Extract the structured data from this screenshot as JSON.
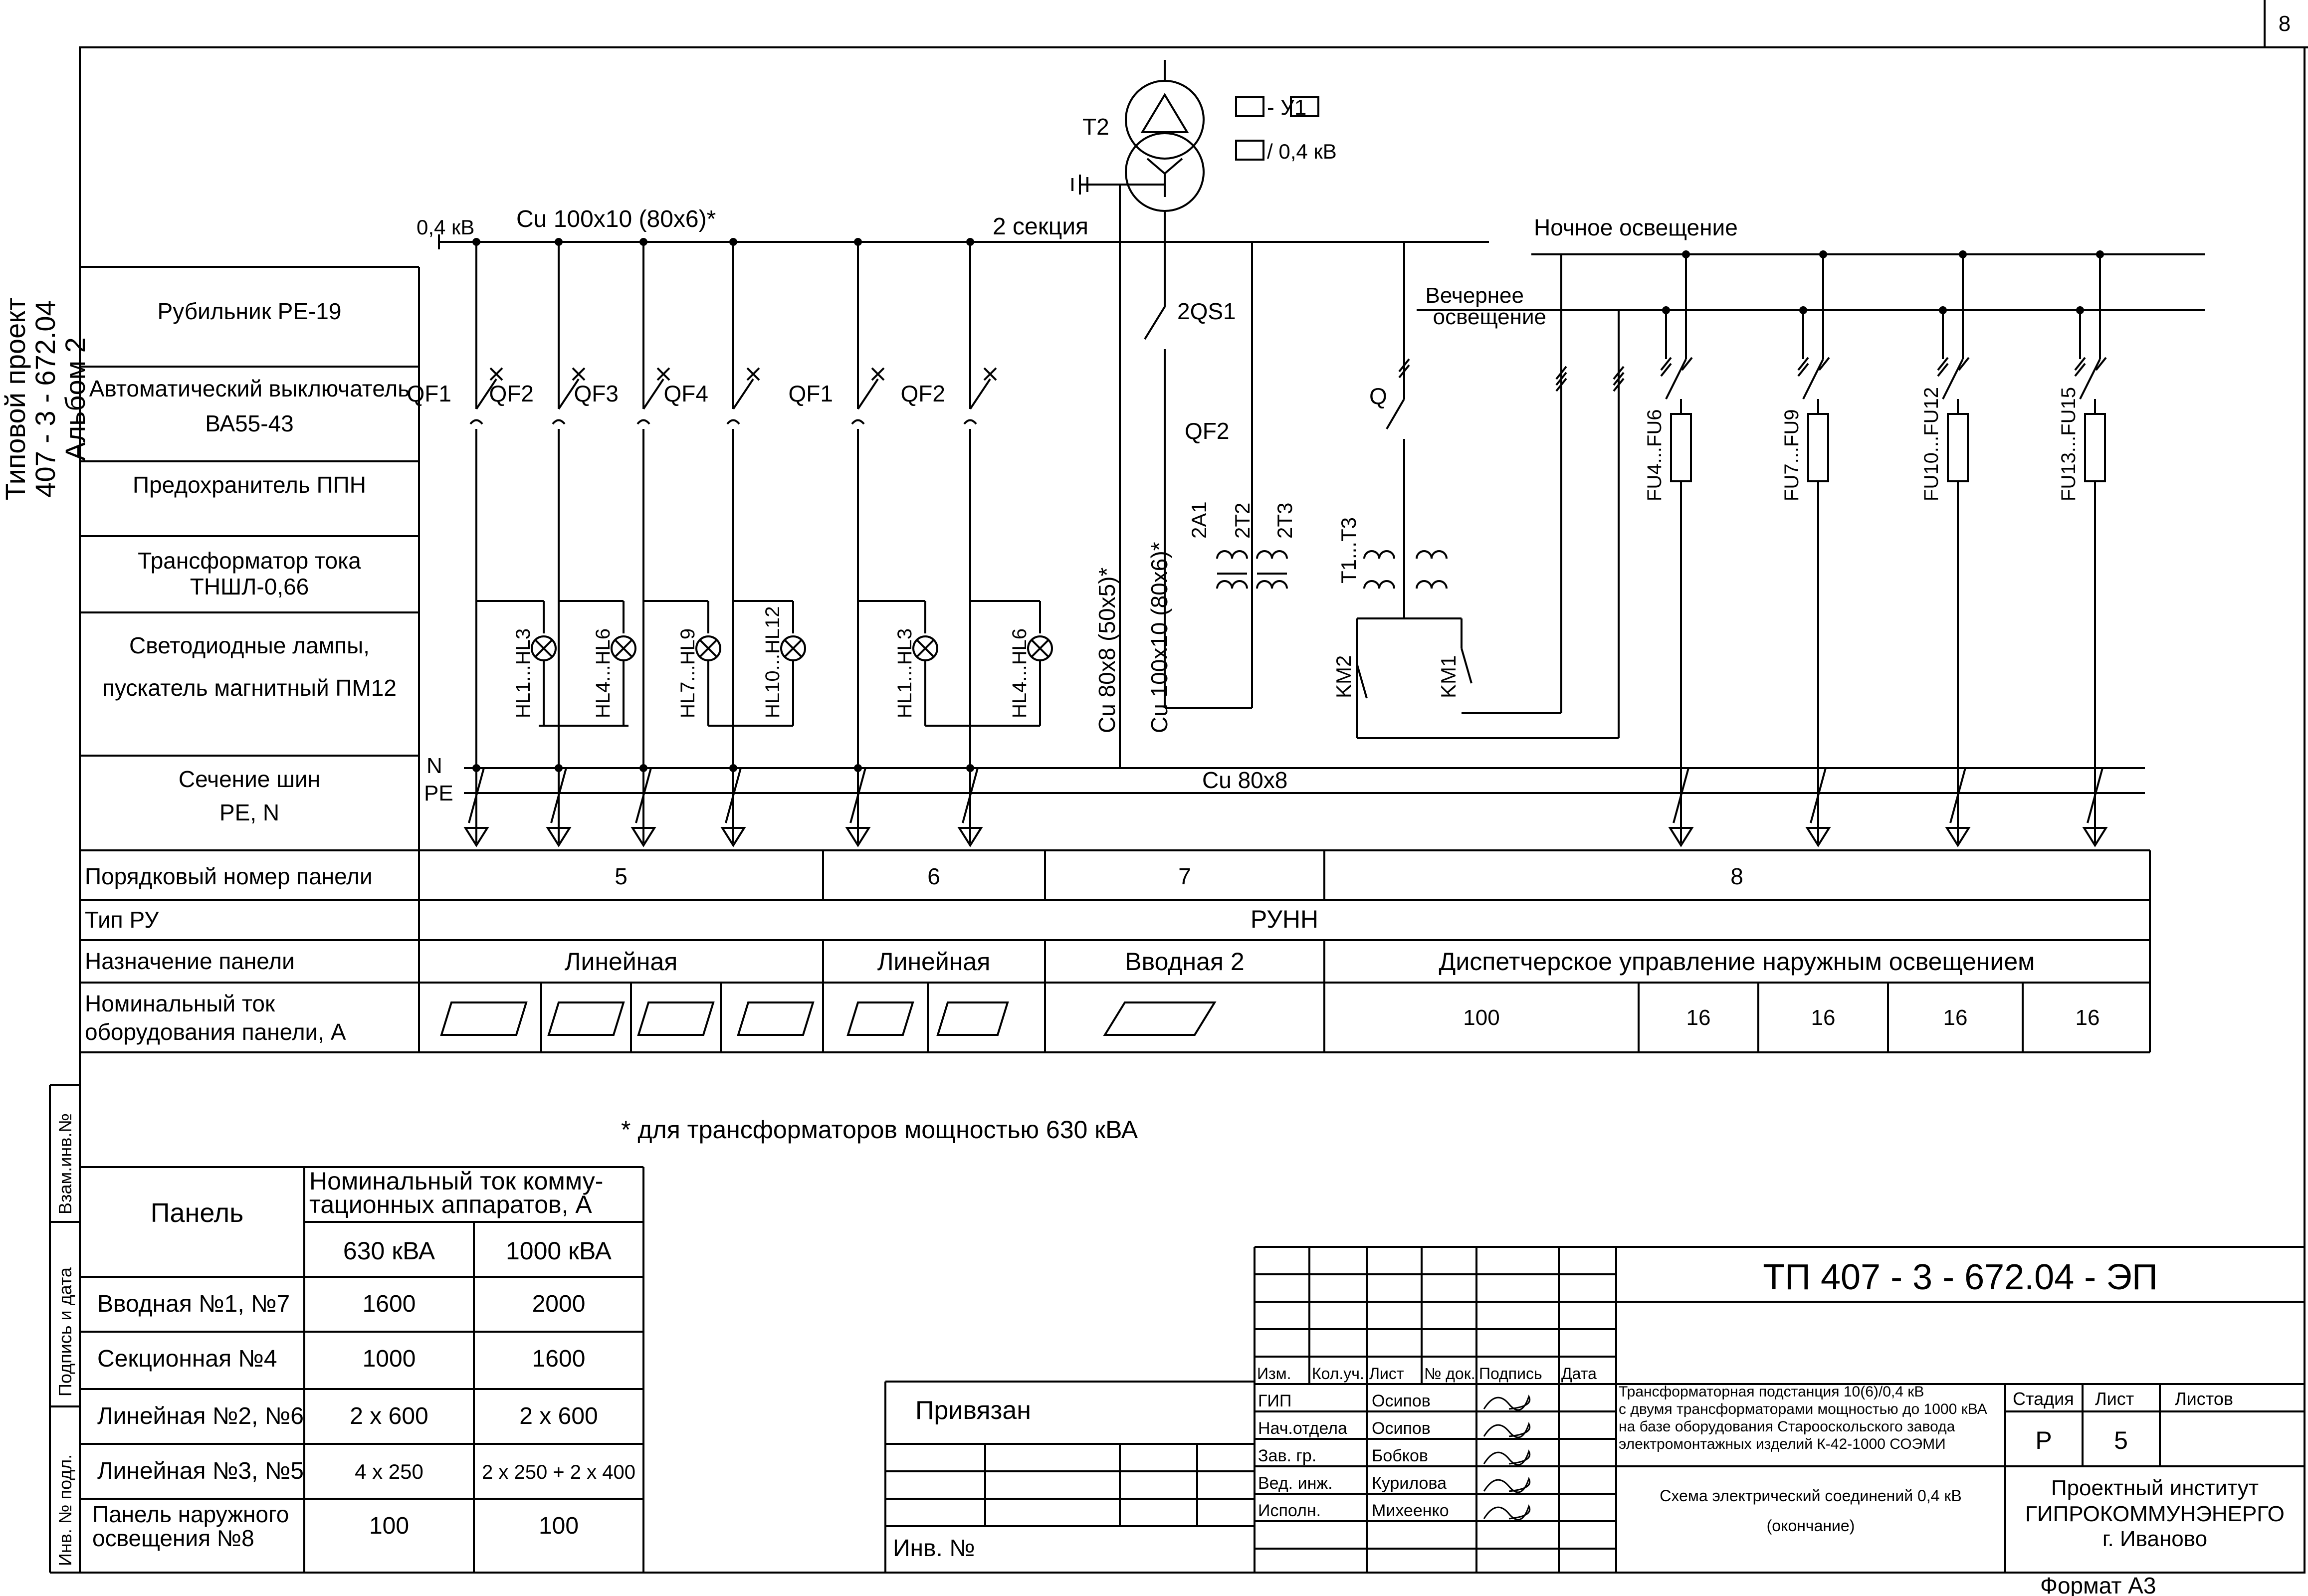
{
  "page": {
    "sheet_corner_number": "8",
    "side_project_label": [
      "Типовой проект",
      "407 - 3 - 672.04",
      "Альбом  2"
    ],
    "format_label": "Формат А3"
  },
  "diagram": {
    "voltage_label": "0,4 кВ",
    "busbar_label": "Cu 100x10  (80x6)*",
    "section_label": "2 секция",
    "transformer_label": "Т2",
    "transformer_rating": "-  У1",
    "transformer_voltage": "/ 0,4 кВ",
    "night_lighting": "Ночное освещение",
    "evening_lighting": [
      "Вечернее",
      "освещение"
    ],
    "switch_2qs1": "2QS1",
    "breaker_qf2_incomer": "QF2",
    "switch_q": "Q",
    "cable_cu80x8": "Cu 80x8     (50x5)*",
    "cable_cu100x10": "Cu 100x10 (80x6)*",
    "ct_labels": [
      "2A1",
      "2T2",
      "2T3",
      "T1...T3"
    ],
    "contactor_labels": [
      "KM2",
      "KM1"
    ],
    "n_label": "N",
    "pe_label": "PE",
    "pe_bus_label": "Cu 80x8",
    "breakers": [
      "QF1",
      "QF2",
      "QF3",
      "QF4",
      "QF1",
      "QF2"
    ],
    "lamps": [
      "HL1...HL3",
      "HL4...HL6",
      "HL7...HL9",
      "HL10...HL12",
      "HL1...HL3",
      "HL4...HL6"
    ],
    "fuses": [
      "FU4...FU6",
      "FU7...FU9",
      "FU10...FU12",
      "FU13...FU15"
    ]
  },
  "left_legend": [
    [
      "Рубильник РЕ-19"
    ],
    [
      "Автоматический выключатель",
      "ВА55-43"
    ],
    [
      "Предохранитель ППН"
    ],
    [
      "Трансформатор тока",
      "ТНШЛ-0,66"
    ],
    [
      "Светодиодные лампы,",
      "пускатель магнитный ПМ12"
    ],
    [
      "Сечение шин",
      "PE, N"
    ]
  ],
  "panel_table": {
    "row_labels": [
      "Порядковый номер панели",
      "Тип РУ",
      "Назначение панели",
      "Номинальный ток",
      "оборудования панели, А"
    ],
    "numbers": [
      "5",
      "6",
      "7",
      "8"
    ],
    "ru_type": "РУНН",
    "purposes": [
      "Линейная",
      "Линейная",
      "Вводная 2",
      "Диспетчерское управление наружным освещением"
    ],
    "currents": [
      "100",
      "16",
      "16",
      "16",
      "16"
    ]
  },
  "footnote": "* для трансформаторов мощностью 630 кВА",
  "current_table": {
    "header_panel": "Панель",
    "header_current": [
      "Номинальный ток комму-",
      "тационных аппаратов, А"
    ],
    "col_630": "630 кВА",
    "col_1000": "1000 кВА",
    "rows": [
      {
        "panel": [
          "Вводная №1, №7"
        ],
        "v630": "1600",
        "v1000": "2000"
      },
      {
        "panel": [
          "Секционная №4"
        ],
        "v630": "1000",
        "v1000": "1600"
      },
      {
        "panel": [
          "Линейная №2, №6"
        ],
        "v630": "2 x 600",
        "v1000": "2 x 600"
      },
      {
        "panel": [
          "Линейная №3, №5"
        ],
        "v630": "4 x  250",
        "v1000": "2 x 250 + 2 x 400"
      },
      {
        "panel": [
          "Панель наружного",
          "освещения №8"
        ],
        "v630": "100",
        "v1000": "100"
      }
    ]
  },
  "side_stamp": [
    "Взам.инв.№",
    "Подпись и дата",
    "Инв. № подл."
  ],
  "title_block": {
    "doc_code": "ТП 407 - 3 - 672.04 - ЭП",
    "change_headers": [
      "Изм.",
      "Кол.уч.",
      "Лист",
      "№ док.",
      "Подпись",
      "Дата"
    ],
    "roles": [
      {
        "role": "ГИП",
        "name": "Осипов"
      },
      {
        "role": "Нач.отдела",
        "name": "Осипов"
      },
      {
        "role": "Зав. гр.",
        "name": "Бобков"
      },
      {
        "role": "Вед. инж.",
        "name": "Курилова"
      },
      {
        "role": "Исполн.",
        "name": "Михеенко"
      }
    ],
    "description": [
      "Трансформаторная подстанция 10(6)/0,4 кВ",
      "с двумя трансформаторами мощностью до 1000 кВА",
      "на базе оборудования Старооскольского завода",
      "электромонтажных изделий К-42-1000 СОЭМИ"
    ],
    "sheet_title": [
      "Схема  электрический соединений 0,4 кВ",
      "(окончание)"
    ],
    "stage_header": "Стадия",
    "sheet_header": "Лист",
    "sheets_header": "Листов",
    "stage": "Р",
    "sheet": "5",
    "org": [
      "Проектный институт",
      "ГИПРОКОММУНЭНЕРГО",
      "г. Иваново"
    ],
    "privyazan": "Привязан",
    "inv_no": "Инв. №"
  }
}
